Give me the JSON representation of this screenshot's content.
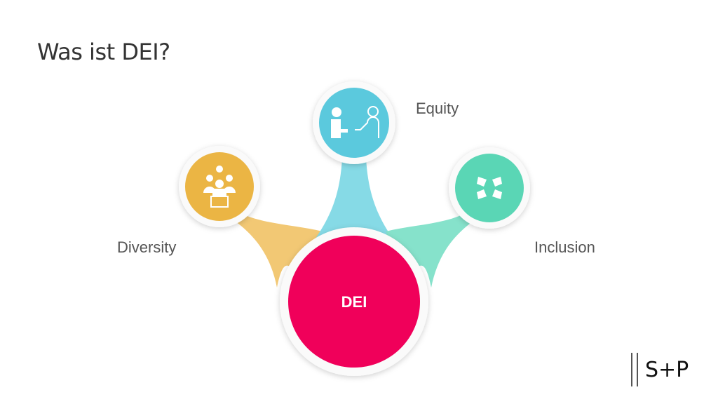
{
  "title": "Was ist DEI?",
  "center": {
    "label": "DEI",
    "color": "#F0005A"
  },
  "nodes": [
    {
      "label": "Diversity",
      "icon": "team-idea-icon",
      "color": "#EBB544",
      "connector_color": "#F2C874"
    },
    {
      "label": "Equity",
      "icon": "handshake-icon",
      "color": "#5BC9DD",
      "connector_color": "#86DAE6"
    },
    {
      "label": "Inclusion",
      "icon": "joined-hands-icon",
      "color": "#5AD6B5",
      "connector_color": "#86E2CB"
    }
  ],
  "logo": "S+P"
}
